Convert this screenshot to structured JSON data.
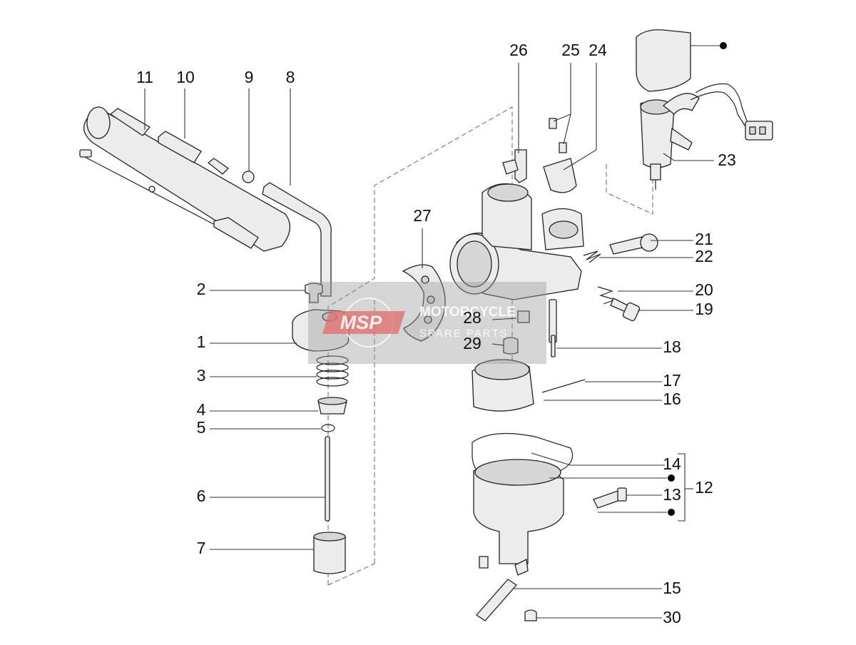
{
  "labels": {
    "l1": "1",
    "l2": "2",
    "l3": "3",
    "l4": "4",
    "l5": "5",
    "l6": "6",
    "l7": "7",
    "l8": "8",
    "l9": "9",
    "l10": "10",
    "l11": "11",
    "l12": "12",
    "l13": "13",
    "l14": "14",
    "l15": "15",
    "l16": "16",
    "l17": "17",
    "l18": "18",
    "l19": "19",
    "l20": "20",
    "l21": "21",
    "l22": "22",
    "l23": "23",
    "l24": "24",
    "l25": "25",
    "l26": "26",
    "l27": "27",
    "l28": "28",
    "l29": "29",
    "l30": "30"
  },
  "watermark": {
    "logo": "MSP",
    "title": "MOTORCYCLE",
    "subtitle": "SPARE PARTS"
  }
}
